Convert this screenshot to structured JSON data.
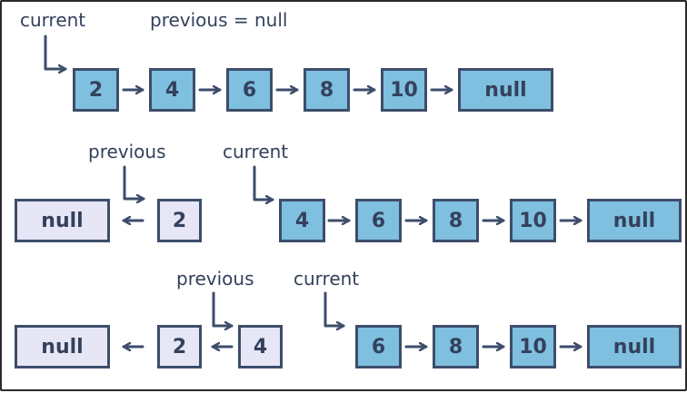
{
  "labels": {
    "current": "current",
    "previous_null": "previous = null",
    "previous": "previous"
  },
  "row1": {
    "nodes": [
      "2",
      "4",
      "6",
      "8",
      "10",
      "null"
    ]
  },
  "row2": {
    "reversed": [
      "null",
      "2"
    ],
    "remaining": [
      "4",
      "6",
      "8",
      "10",
      "null"
    ]
  },
  "row3": {
    "reversed": [
      "null",
      "2",
      "4"
    ],
    "remaining": [
      "6",
      "8",
      "10",
      "null"
    ]
  },
  "colors": {
    "active_fill": "#7fbfdf",
    "reversed_fill": "#e6e6f6",
    "stroke": "#3d4d6b",
    "text": "#34415c"
  }
}
